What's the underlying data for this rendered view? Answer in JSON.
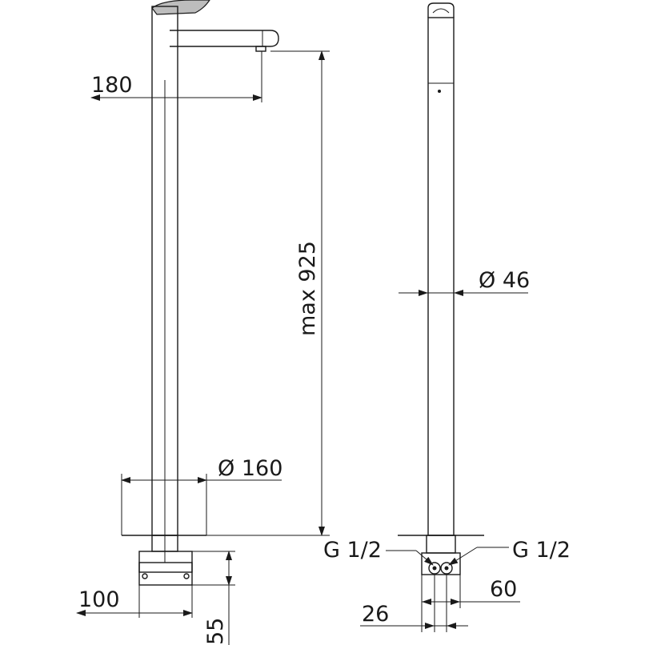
{
  "dimensions": {
    "spout_reach": "180",
    "max_height": "max  925",
    "base_diameter": "Ø 160",
    "column_diameter": "Ø 46",
    "inlet_left": "G 1/2",
    "inlet_right": "G 1/2",
    "box_width": "100",
    "box_height": "55",
    "inlet_spacing": "26",
    "box_depth": "60"
  }
}
